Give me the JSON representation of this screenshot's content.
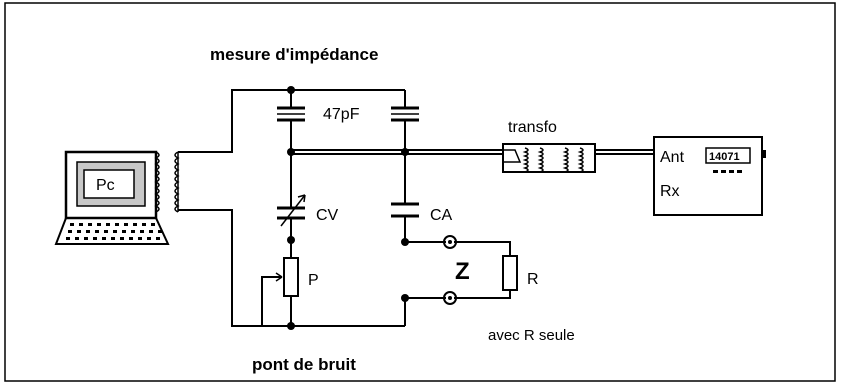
{
  "diagram": {
    "title": "mesure d'impédance",
    "footer": "pont de bruit",
    "labels": {
      "pc": "Pc",
      "capacitor_47pf": "47pF",
      "cv": "CV",
      "ca": "CA",
      "potentiometer": "P",
      "impedance": "Z",
      "resistor": "R",
      "transformer": "transfo",
      "antenna": "Ant",
      "receiver": "Rx",
      "frequency_display": "14071",
      "note": "avec R seule"
    }
  },
  "colors": {
    "background": "#ffffff",
    "frame": "#000000",
    "lines": "#000000",
    "screen_gray": "#c8c8c8"
  }
}
